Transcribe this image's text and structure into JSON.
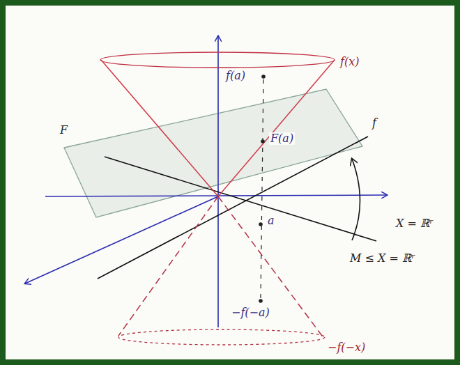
{
  "diagram": {
    "labels": [
      "f(x)",
      "f(a)",
      "F(a)",
      "F",
      "f",
      "a",
      "−f(−a)",
      "−f(−x)",
      "X = ℝʳ",
      "M ≤ X = ℝʳ"
    ]
  }
}
